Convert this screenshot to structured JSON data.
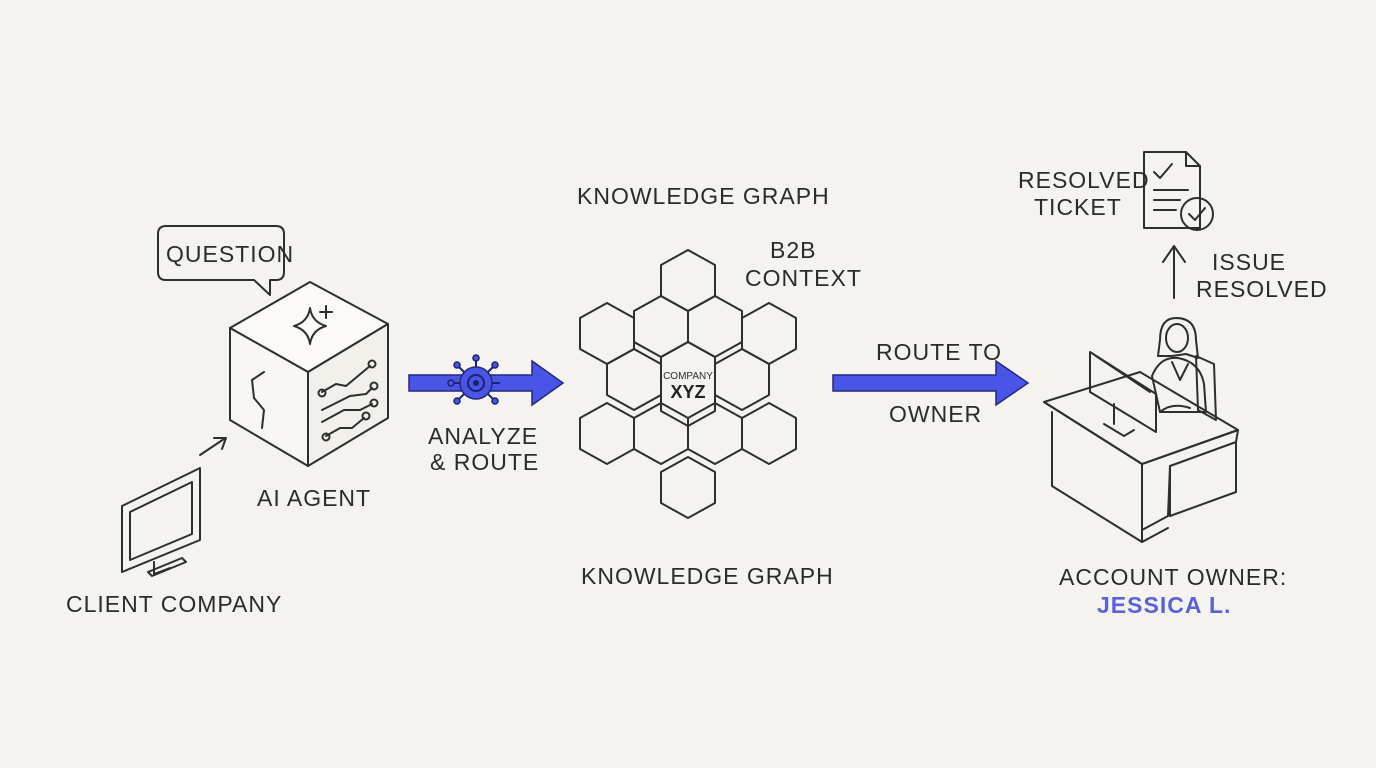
{
  "nodes": {
    "client_company": "CLIENT COMPANY",
    "question": "QUESTION",
    "ai_agent": "AI AGENT",
    "analyze_route_1": "ANALYZE",
    "analyze_route_2": "& ROUTE",
    "knowledge_graph_top": "KNOWLEDGE GRAPH",
    "knowledge_graph_bottom": "KNOWLEDGE GRAPH",
    "b2b_context_1": "B2B",
    "b2b_context_2": "CONTEXT",
    "company_small": "COMPANY",
    "company_name": "XYZ",
    "route_to": "ROUTE TO",
    "owner": "OWNER",
    "resolved_ticket_1": "RESOLVED",
    "resolved_ticket_2": "TICKET",
    "issue_resolved_1": "ISSUE",
    "issue_resolved_2": "RESOLVED",
    "account_owner": "ACCOUNT OWNER:",
    "account_owner_name": "JESSICA L."
  },
  "icons": [
    "monitor-icon",
    "speech-bubble-icon",
    "sparkle-icon",
    "circuit-icon",
    "ai-chip-icon",
    "hexagon-graph-icon",
    "desk-person-icon",
    "document-check-icon",
    "arrow-up-icon"
  ],
  "colors": {
    "background": "#f4f3ef",
    "line": "#2e2e2e",
    "accent": "#4a55e8",
    "accent_text": "#5a63d6"
  }
}
